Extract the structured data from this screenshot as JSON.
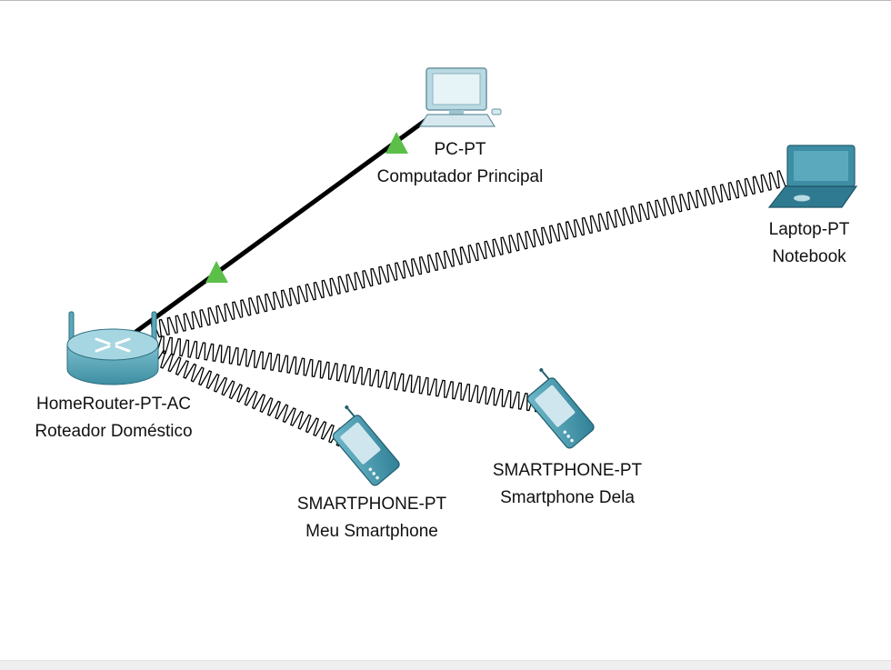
{
  "devices": {
    "router": {
      "model": "HomeRouter-PT-AC",
      "name": "Roteador Doméstico",
      "icon": "wireless-router-icon"
    },
    "pc": {
      "model": "PC-PT",
      "name": "Computador Principal",
      "icon": "desktop-pc-icon"
    },
    "laptop": {
      "model": "Laptop-PT",
      "name": "Notebook",
      "icon": "laptop-icon"
    },
    "phone1": {
      "model": "SMARTPHONE-PT",
      "name": "Meu Smartphone",
      "icon": "smartphone-icon"
    },
    "phone2": {
      "model": "SMARTPHONE-PT",
      "name": "Smartphone Dela",
      "icon": "smartphone-icon"
    }
  },
  "links": [
    {
      "from": "router",
      "to": "pc",
      "type": "wired",
      "status": "up"
    },
    {
      "from": "router",
      "to": "laptop",
      "type": "wireless"
    },
    {
      "from": "router",
      "to": "phone1",
      "type": "wireless"
    },
    {
      "from": "router",
      "to": "phone2",
      "type": "wireless"
    }
  ],
  "colors": {
    "wired_link": "#000000",
    "link_up_indicator": "#5bbf4a",
    "device_body": "#4a9fb4",
    "device_screen": "#cfe6ee"
  }
}
